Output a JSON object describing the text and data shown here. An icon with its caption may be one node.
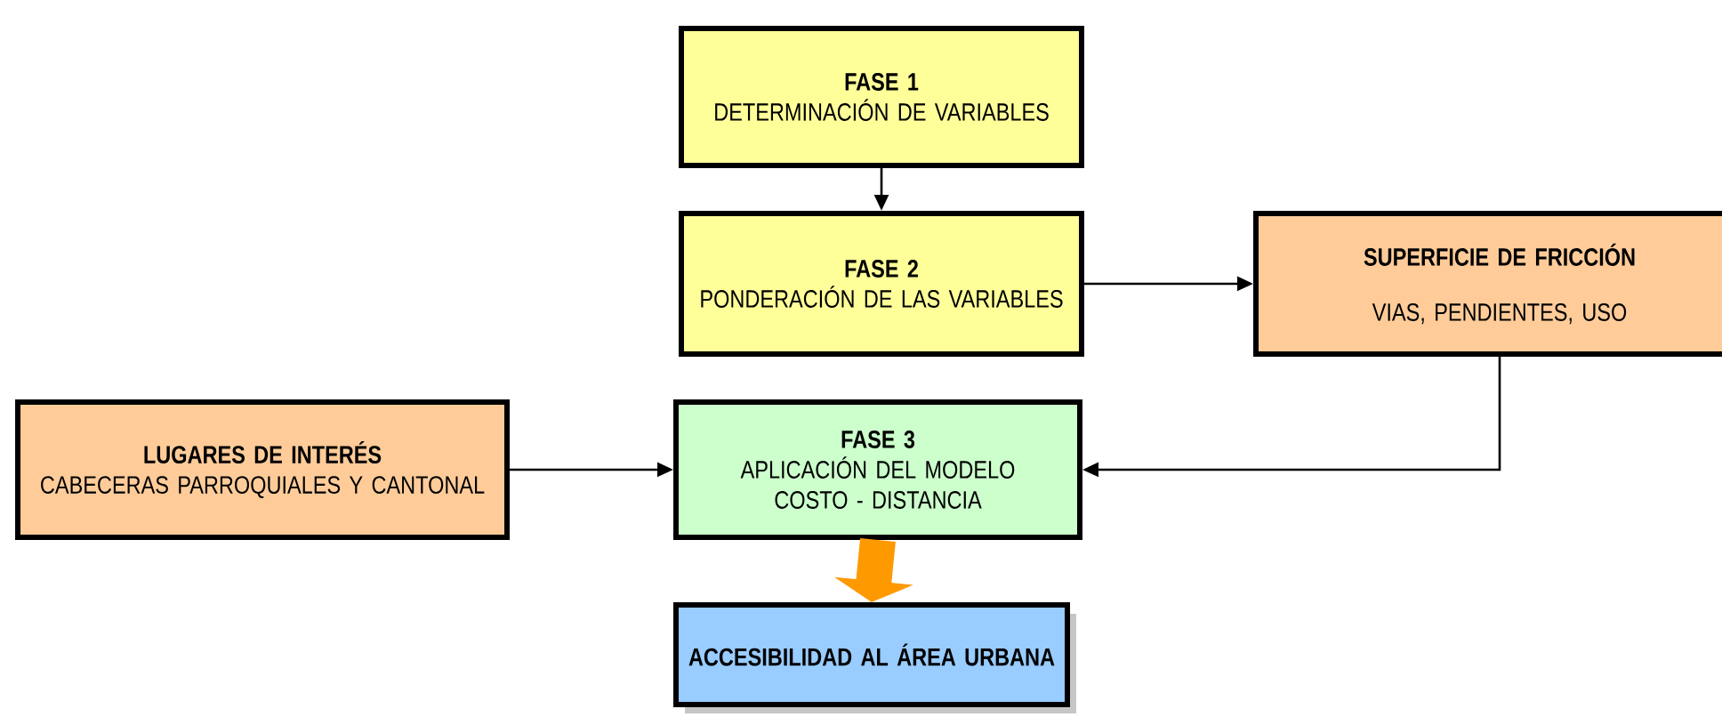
{
  "diagram": {
    "nodes": [
      {
        "text": [
          "FASE 1",
          "DETERMINACIÓN DE VARIABLES"
        ]
      },
      {
        "text": [
          "FASE 2",
          "PONDERACIÓN DE LAS VARIABLES"
        ]
      },
      {
        "text": [
          "SUPERFICIE DE FRICCIÓN",
          "VIAS, PENDIENTES, USO"
        ]
      },
      {
        "text": [
          "LUGARES DE INTERÉS",
          "CABECERAS PARROQUIALES Y CANTONAL"
        ]
      },
      {
        "text": [
          "FASE 3",
          "APLICACIÓN DEL MODELO COSTO - DISTANCIA"
        ]
      },
      {
        "text": [
          "ACCESIBILIDAD AL ÁREA URBANA"
        ]
      }
    ],
    "edges": [
      {
        "from": 0,
        "to": 1,
        "arrow": "to"
      },
      {
        "from": 1,
        "to": 2,
        "arrow": "to"
      },
      {
        "from": 3,
        "to": 4,
        "arrow": "to"
      },
      {
        "from": 2,
        "to": 4,
        "arrow": "to"
      },
      {
        "from": 4,
        "to": 5,
        "arrow": "to",
        "style": "thick",
        "color": "#ff9900"
      }
    ]
  }
}
